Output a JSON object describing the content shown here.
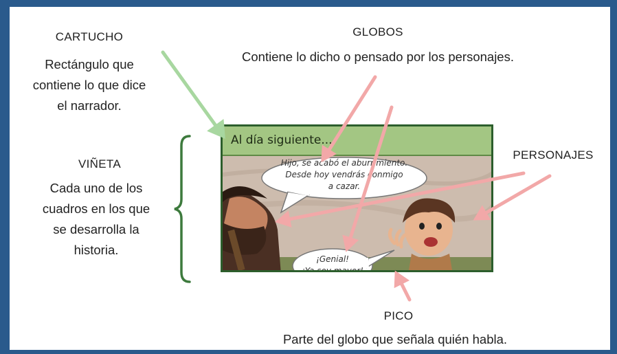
{
  "labels": {
    "cartucho": {
      "title": "CARTUCHO",
      "lines": [
        "Rectángulo que",
        "contiene lo que dice",
        "el narrador."
      ]
    },
    "globos": {
      "title": "GLOBOS",
      "desc": "Contiene lo dicho o pensado por los personajes."
    },
    "vineta": {
      "title": "VIÑETA",
      "lines": [
        "Cada uno de los",
        "cuadros en los que",
        "se desarrolla la",
        "historia."
      ]
    },
    "personajes": {
      "title": "PERSONAJES"
    },
    "pico": {
      "title": "PICO",
      "desc": "Parte del globo que señala quién habla."
    }
  },
  "comic": {
    "cartucho_text": "Al día siguiente...",
    "bubble1_lines": [
      "Hijo, se acabó el aburrimiento.",
      "Desde hoy vendrás conmigo",
      "a cazar."
    ],
    "bubble2_lines": [
      "¡Genial!",
      "¡Ya soy mayor!"
    ]
  },
  "colors": {
    "frame": "#2a5a8c",
    "arrow_green": "#a8d7a0",
    "arrow_pink": "#f2a8a8",
    "brace": "#3d7a3d",
    "cartucho_fill": "#a3c683",
    "comic_border": "#2c5e2c"
  }
}
